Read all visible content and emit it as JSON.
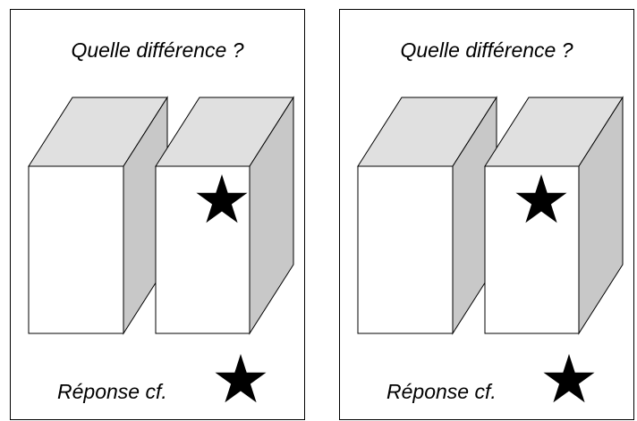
{
  "cards": [
    {
      "title": "Quelle différence ?",
      "footer": "Réponse cf.",
      "box_star_position": "upper-right"
    },
    {
      "title": "Quelle différence ?",
      "footer": "Réponse cf.",
      "box_star_position": "upper-center"
    }
  ],
  "colors": {
    "outline": "#000000",
    "box_front": "#ffffff",
    "box_top": "#e0e0e0",
    "box_side": "#c8c8c8",
    "star": "#000000"
  },
  "icons": {
    "answer_marker": "star-icon",
    "box_marker": "star-icon"
  }
}
